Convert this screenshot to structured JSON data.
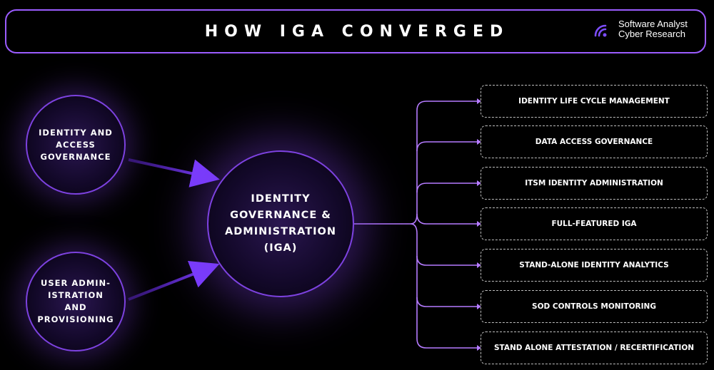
{
  "header": {
    "title": "HOW IGA CONVERGED",
    "brand_line1": "Software Analyst",
    "brand_line2": "Cyber Research"
  },
  "inputs": [
    {
      "label": "IDENTITY AND ACCESS GOVERNANCE"
    },
    {
      "label": "USER ADMIN-ISTRATION AND PROVISIONING"
    }
  ],
  "center": {
    "label": "IDENTITY GOVERNANCE & ADMINISTRATION (IGA)"
  },
  "outputs": [
    "IDENTITY LIFE CYCLE MANAGEMENT",
    "DATA ACCESS GOVERNANCE",
    "ITSM IDENTITY ADMINISTRATION",
    "FULL-FEATURED IGA",
    "STAND-ALONE IDENTITY ANALYTICS",
    "SOD CONTROLS MONITORING",
    "STAND ALONE ATTESTATION / RECERTIFICATION"
  ],
  "colors": {
    "accent": "#9b5cff",
    "connector": "#b57bff"
  }
}
